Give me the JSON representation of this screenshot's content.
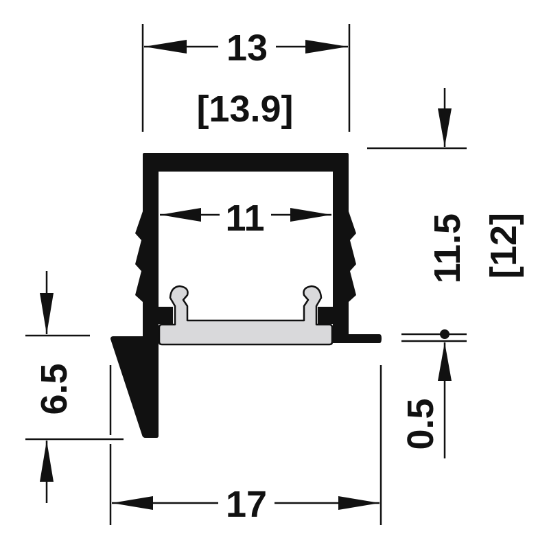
{
  "drawing": {
    "title": "LED profile cross-section",
    "colors": {
      "profile": "#111111",
      "diffuser": "#d9d9db",
      "line": "#111111"
    },
    "dimensions": {
      "outer_width": "13",
      "outer_width_alt": "[13.9]",
      "inner_width": "11",
      "height": "11.5",
      "height_alt": "[12]",
      "flange_height": "6.5",
      "flange_thickness": "0.5",
      "overall_width": "17"
    }
  }
}
